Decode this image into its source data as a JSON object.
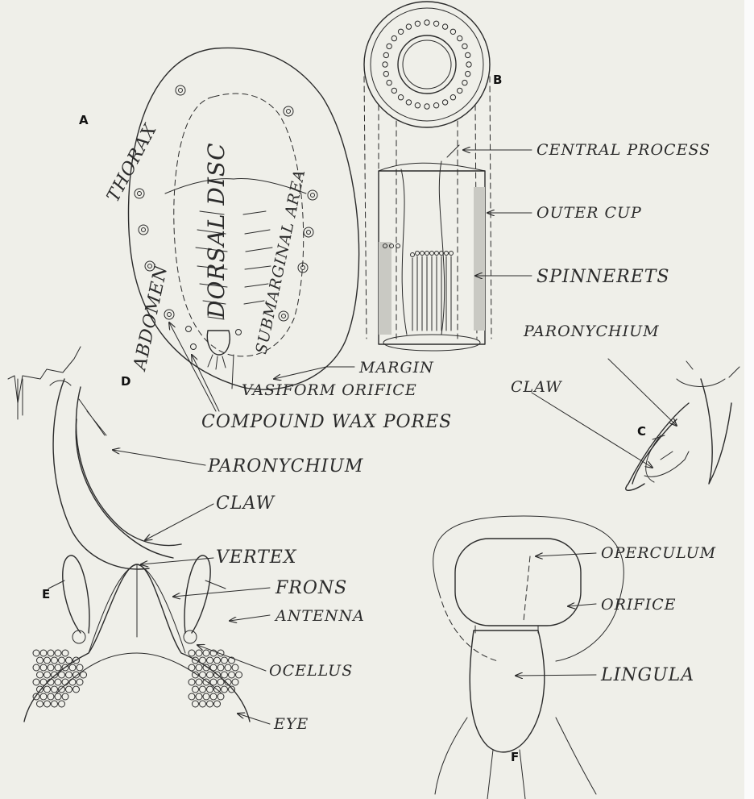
{
  "figure_letters": {
    "a": "A",
    "b": "B",
    "c": "C",
    "d": "D",
    "e": "E",
    "f": "F"
  },
  "figure_a": {
    "thorax": "THORAX",
    "abdomen": "ABDOMEN",
    "dorsal_disc": "DORSAL DISC",
    "submarginal_area": "SUBMARGINAL AREA",
    "margin": "MARGIN",
    "vasiform_orifice": "VASIFORM ORIFICE",
    "compound_wax_pores": "COMPOUND WAX PORES"
  },
  "figure_b": {
    "central_process": "CENTRAL PROCESS",
    "outer_cup": "OUTER CUP",
    "spinnerets": "SPINNERETS"
  },
  "figure_c": {
    "paronychium": "PARONYCHIUM",
    "claw": "CLAW"
  },
  "figure_d": {
    "paronychium": "PARONYCHIUM",
    "claw": "CLAW"
  },
  "figure_e": {
    "vertex": "VERTEX",
    "frons": "FRONS",
    "antenna": "ANTENNA",
    "ocellus": "OCELLUS",
    "eye": "EYE"
  },
  "figure_f": {
    "operculum": "OPERCULUM",
    "orifice": "ORIFICE",
    "lingula": "LINGULA"
  }
}
